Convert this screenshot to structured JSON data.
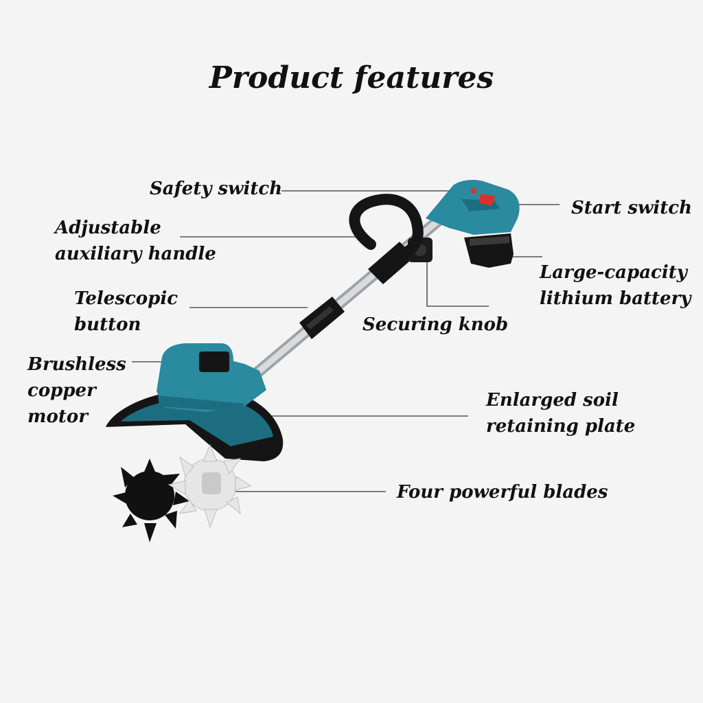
{
  "title": "Product features",
  "labels": {
    "safety_switch": "Safety switch",
    "start_switch": "Start switch",
    "auxiliary_handle": [
      "Adjustable",
      "auxiliary handle"
    ],
    "battery": [
      "Large-capacity",
      "lithium battery"
    ],
    "telescopic_button": [
      "Telescopic",
      "button"
    ],
    "securing_knob": "Securing knob",
    "motor": [
      "Brushless",
      "copper",
      "motor"
    ],
    "soil_plate": [
      "Enlarged soil",
      "retaining plate"
    ],
    "blades": "Four powerful blades"
  },
  "colors": {
    "housing": "#2a8aa0",
    "housing_dark": "#1d6d80",
    "pole": "#c9ccd0",
    "black": "#151515",
    "red_trigger": "#d9322b",
    "blade_dark": "#111111",
    "blade_light": "#e6e6e6",
    "leader_line": "#555555"
  }
}
